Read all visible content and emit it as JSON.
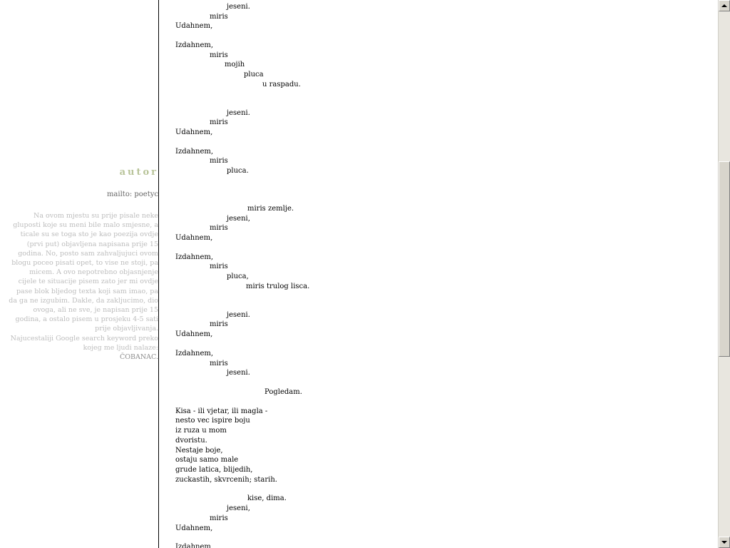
{
  "sidebar": {
    "title": "autor",
    "mail": "mailto: poetyc",
    "description_lines": [
      "Na ovom mjestu su prije pisale neke",
      "gluposti koje su meni bile malo smjesne, a",
      "ticale su se toga sto je kao poezija ovdje",
      "(prvi put) objavljena napisana prije 15",
      "godina. No, posto sam zahvaljujuci ovom",
      "blogu poceo pisati opet, to vise ne stoji, pa",
      "micem. A ovo nepotrebno objasnjenje",
      "cijele te situacije pisem zato jer mi ovdje",
      "pase blok bljedog texta koji sam imao, pa",
      "da ga ne izgubim. Dakle, da zakljucimo, dio",
      "ovoga, ali ne sve, je napisan prije 15",
      "godina, a ostalo pisem u prosjeku 4-5 sati",
      "prije objavljivanja.",
      "Najucestaliji Google search keyword preko",
      "kojeg me ljudi nalaze:",
      "ČOBANAC."
    ]
  },
  "poem": {
    "lines": [
      "jeseni.",
      "miris",
      "Udahnem,",
      "Izdahnem,",
      "miris",
      "mojih",
      "pluca",
      "u raspadu.",
      "jeseni.",
      "miris",
      "Udahnem,",
      "Izdahnem,",
      "miris",
      "pluca.",
      "miris zemlje.",
      "jeseni,",
      "miris",
      "Udahnem,",
      "Izdahnem,",
      "miris",
      "pluca,",
      "miris trulog lisca.",
      "jeseni.",
      "miris",
      "Udahnem,",
      "Izdahnem,",
      "miris",
      "jeseni.",
      "Pogledam.",
      "Kisa - ili vjetar, ili magla -",
      "nesto vec ispire boju",
      "iz ruza u mom",
      "dvoristu.",
      "Nestaje boje,",
      "ostaju samo male",
      "grude latica, blijedih,",
      "zuckastih, skvrcenih; starih.",
      "kise, dima.",
      "jeseni,",
      "miris",
      "Udahnem,",
      "Izdahnem,"
    ]
  },
  "colors": {
    "sidebar_title": "#b9c49a",
    "sidebar_text": "#bdbdbd",
    "divider": "#000000",
    "scrollbar_track": "#e8e6df"
  },
  "icons": {
    "scroll_up": "triangle-up-icon",
    "scroll_down": "triangle-down-icon"
  }
}
